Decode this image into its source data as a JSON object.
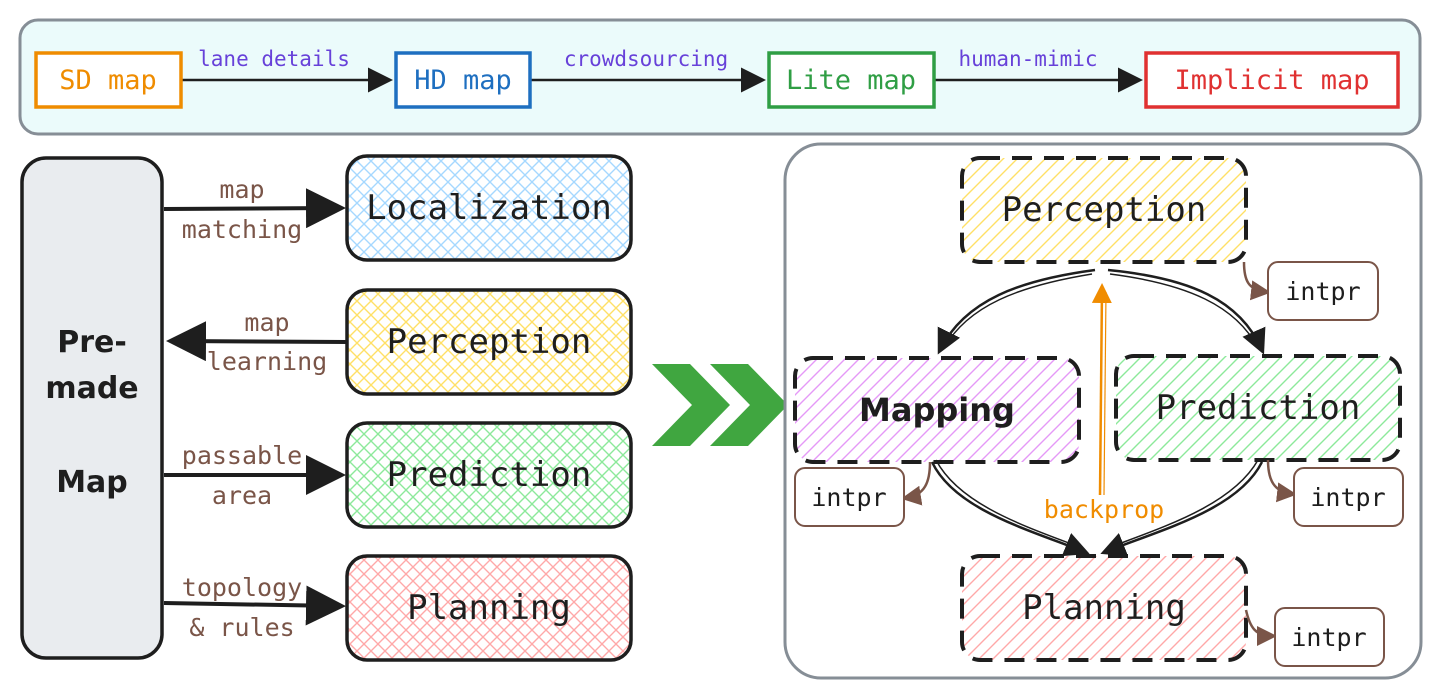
{
  "top_flow": {
    "maps": [
      {
        "id": "sd",
        "label": "SD map",
        "color": "#ef8c00"
      },
      {
        "id": "hd",
        "label": "HD map",
        "color": "#1e6fc0"
      },
      {
        "id": "lite",
        "label": "Lite map",
        "color": "#2f9e44"
      },
      {
        "id": "implicit",
        "label": "Implicit map",
        "color": "#e03131"
      }
    ],
    "edges": [
      "lane details",
      "crowdsourcing",
      "human-mimic"
    ],
    "edge_color": "#6741d9"
  },
  "left_panel": {
    "premade_lines": [
      "Pre-",
      "made",
      "Map"
    ],
    "modules": [
      {
        "label": "Localization",
        "fill": "#a5d8ff"
      },
      {
        "label": "Perception",
        "fill": "#ffec99"
      },
      {
        "label": "Prediction",
        "fill": "#b2f2bb"
      },
      {
        "label": "Planning",
        "fill": "#ffc9c9"
      }
    ],
    "edge_labels": [
      [
        "map",
        "matching"
      ],
      [
        "map",
        "learning"
      ],
      [
        "passable",
        "area"
      ],
      [
        "topology",
        "& rules"
      ]
    ],
    "edge_label_color": "#7a5548"
  },
  "transition": {
    "color": "#40a640"
  },
  "right_panel": {
    "nodes": {
      "perception": {
        "label": "Perception",
        "fill": "#ffec99"
      },
      "mapping": {
        "label": "Mapping",
        "fill": "#e599f7"
      },
      "prediction": {
        "label": "Prediction",
        "fill": "#b2f2bb"
      },
      "planning": {
        "label": "Planning",
        "fill": "#ffc9c9"
      }
    },
    "interpreter_label": "intpr",
    "backprop_label": "backprop",
    "backprop_color": "#f08c00",
    "intpr_color": "#7a5548"
  }
}
